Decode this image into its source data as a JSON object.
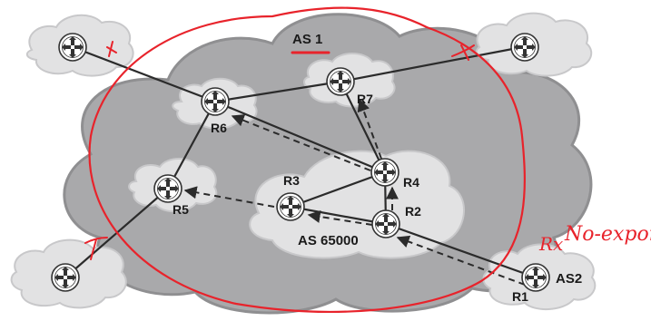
{
  "colors": {
    "big_cloud": "#a9a9ab",
    "big_cloud_stroke": "#8f8f91",
    "small_cloud": "#e2e2e3",
    "small_cloud_stroke": "#c8c8ca",
    "router_fill": "#ffffff",
    "router_stroke": "#333333",
    "link": "#2b2b2b",
    "annotation": "#e8232b"
  },
  "labels": {
    "as1": "AS 1",
    "as65000": "AS 65000",
    "as2": "AS2",
    "r1": "R1",
    "r2": "R2",
    "r3": "R3",
    "r4": "R4",
    "r5": "R5",
    "r6": "R6",
    "r7": "R7"
  },
  "annotations": {
    "rx": "Rx",
    "no_export": "No-export"
  },
  "icons": {
    "router": "router-icon"
  }
}
